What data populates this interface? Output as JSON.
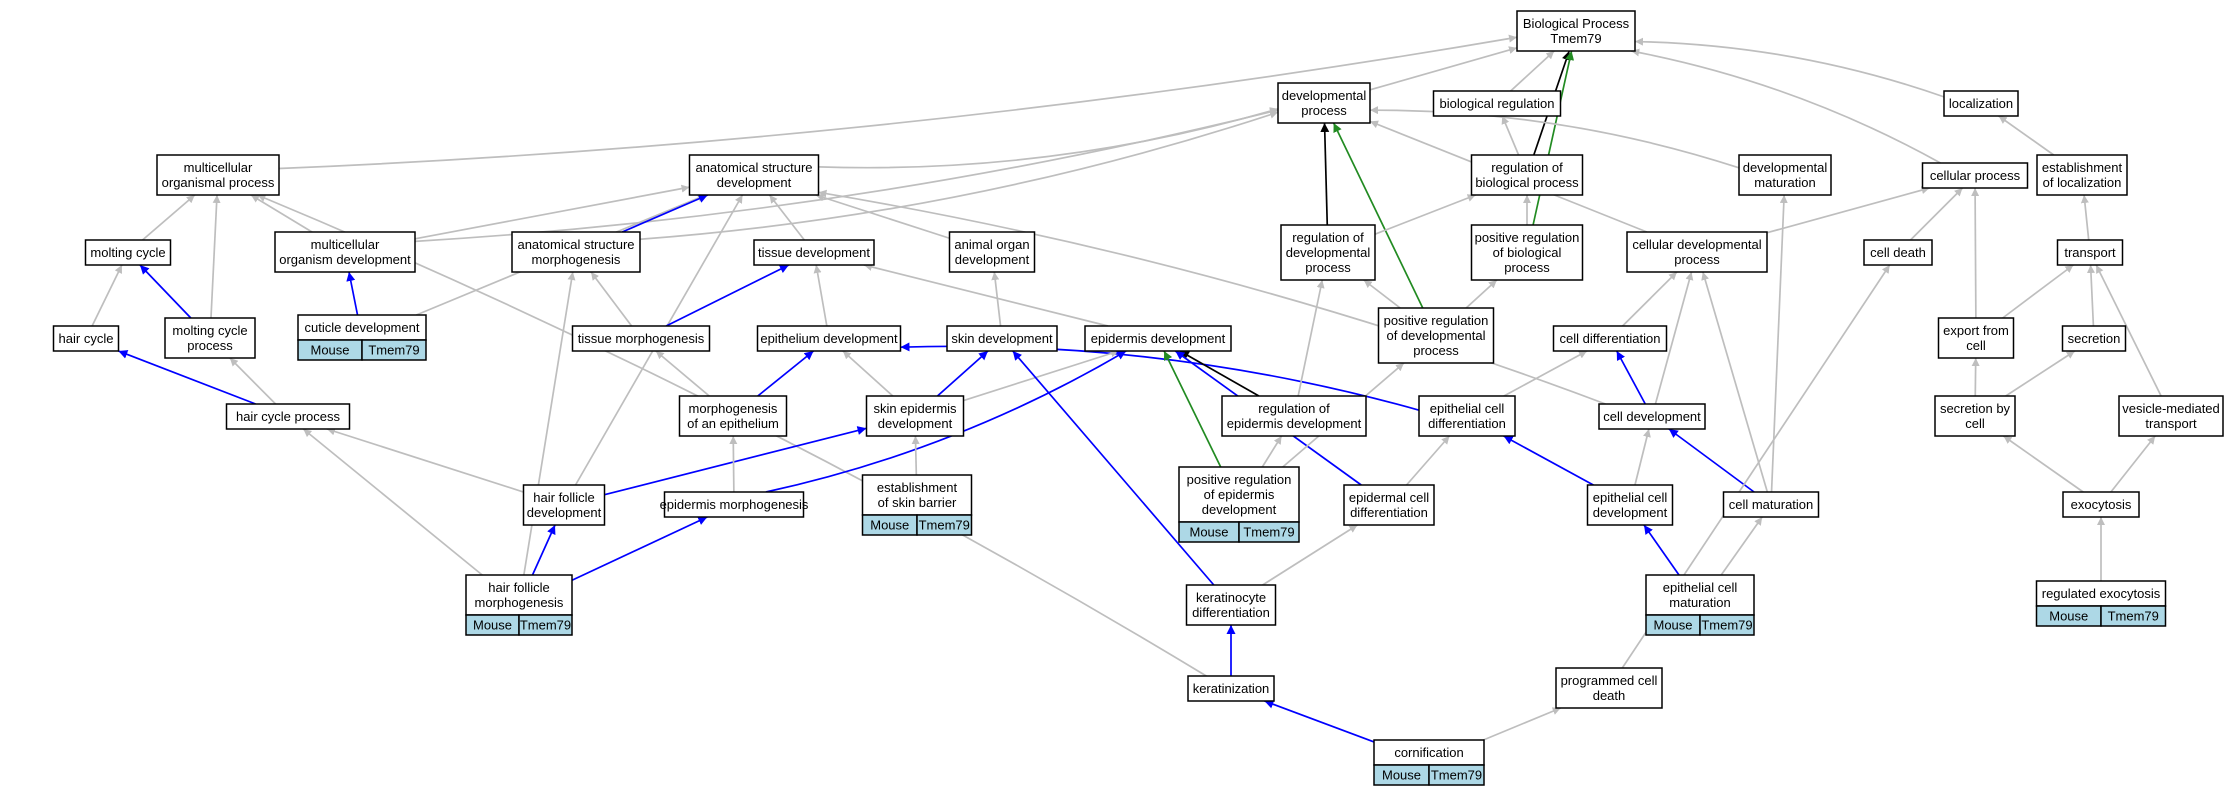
{
  "colors": {
    "is_a": "#bebebe",
    "part_of": "#0000ff",
    "regulates": "#000000",
    "positively_regulates": "#228b22",
    "tag_fill": "#add8e6"
  },
  "nodes": {
    "bp": {
      "lines": [
        "Biological Process",
        "Tmem79"
      ]
    },
    "dev": {
      "lines": [
        "developmental",
        "process"
      ]
    },
    "breg": {
      "lines": [
        "biological regulation"
      ]
    },
    "loc": {
      "lines": [
        "localization"
      ]
    },
    "mop": {
      "lines": [
        "multicellular",
        "organismal process"
      ]
    },
    "asd": {
      "lines": [
        "anatomical structure",
        "development"
      ]
    },
    "rbp": {
      "lines": [
        "regulation of",
        "biological process"
      ]
    },
    "dmat": {
      "lines": [
        "developmental",
        "maturation"
      ]
    },
    "cproc": {
      "lines": [
        "cellular process"
      ]
    },
    "eloc": {
      "lines": [
        "establishment",
        "of localization"
      ]
    },
    "mcyc": {
      "lines": [
        "molting cycle"
      ]
    },
    "mod": {
      "lines": [
        "multicellular",
        "organism development"
      ]
    },
    "asm": {
      "lines": [
        "anatomical structure",
        "morphogenesis"
      ]
    },
    "td": {
      "lines": [
        "tissue development"
      ]
    },
    "aod": {
      "lines": [
        "animal organ",
        "development"
      ]
    },
    "rdp": {
      "lines": [
        "regulation of",
        "developmental",
        "process"
      ]
    },
    "prbp": {
      "lines": [
        "positive regulation",
        "of biological",
        "process"
      ]
    },
    "cdp": {
      "lines": [
        "cellular developmental",
        "process"
      ]
    },
    "cdeath": {
      "lines": [
        "cell death"
      ]
    },
    "trans": {
      "lines": [
        "transport"
      ]
    },
    "cutd": {
      "lines": [
        "cuticle development"
      ],
      "tags": [
        "Mouse",
        "Tmem79"
      ]
    },
    "hcyc": {
      "lines": [
        "hair cycle"
      ]
    },
    "mcp": {
      "lines": [
        "molting cycle",
        "process"
      ]
    },
    "tmorph": {
      "lines": [
        "tissue morphogenesis"
      ]
    },
    "epid": {
      "lines": [
        "epithelium development"
      ]
    },
    "skd": {
      "lines": [
        "skin development"
      ]
    },
    "epd": {
      "lines": [
        "epidermis development"
      ]
    },
    "prdp": {
      "lines": [
        "positive regulation",
        "of developmental",
        "process"
      ]
    },
    "cdiff": {
      "lines": [
        "cell differentiation"
      ]
    },
    "expc": {
      "lines": [
        "export from",
        "cell"
      ]
    },
    "secr": {
      "lines": [
        "secretion"
      ]
    },
    "hcp": {
      "lines": [
        "hair cycle process"
      ]
    },
    "moe": {
      "lines": [
        "morphogenesis",
        "of an epithelium"
      ]
    },
    "sked": {
      "lines": [
        "skin epidermis",
        "development"
      ]
    },
    "roed": {
      "lines": [
        "regulation of",
        "epidermis development"
      ]
    },
    "ecdiff": {
      "lines": [
        "epithelial cell",
        "differentiation"
      ]
    },
    "cdevl": {
      "lines": [
        "cell development"
      ]
    },
    "secbc": {
      "lines": [
        "secretion by",
        "cell"
      ]
    },
    "vmt": {
      "lines": [
        "vesicle-mediated",
        "transport"
      ]
    },
    "hfd": {
      "lines": [
        "hair follicle",
        "development"
      ]
    },
    "epm": {
      "lines": [
        "epidermis morphogenesis"
      ]
    },
    "esb": {
      "lines": [
        "establishment",
        "of skin barrier"
      ],
      "tags": [
        "Mouse",
        "Tmem79"
      ]
    },
    "proed": {
      "lines": [
        "positive regulation",
        "of epidermis",
        "development"
      ],
      "tags": [
        "Mouse",
        "Tmem79"
      ]
    },
    "edcd": {
      "lines": [
        "epidermal cell",
        "differentiation"
      ]
    },
    "ecdev": {
      "lines": [
        "epithelial cell",
        "development"
      ]
    },
    "cmat": {
      "lines": [
        "cell maturation"
      ]
    },
    "exo": {
      "lines": [
        "exocytosis"
      ]
    },
    "hfm": {
      "lines": [
        "hair follicle",
        "morphogenesis"
      ],
      "tags": [
        "Mouse",
        "Tmem79"
      ]
    },
    "kdiff": {
      "lines": [
        "keratinocyte",
        "differentiation"
      ]
    },
    "ecmat": {
      "lines": [
        "epithelial cell",
        "maturation"
      ],
      "tags": [
        "Mouse",
        "Tmem79"
      ]
    },
    "rexo": {
      "lines": [
        "regulated exocytosis"
      ],
      "tags": [
        "Mouse",
        "Tmem79"
      ]
    },
    "kera": {
      "lines": [
        "keratinization"
      ]
    },
    "pcd": {
      "lines": [
        "programmed cell",
        "death"
      ]
    },
    "corn": {
      "lines": [
        "cornification"
      ],
      "tags": [
        "Mouse",
        "Tmem79"
      ]
    }
  },
  "edges": [
    [
      "dev",
      "bp",
      "is_a"
    ],
    [
      "breg",
      "bp",
      "is_a"
    ],
    [
      "loc",
      "bp",
      "is_a"
    ],
    [
      "mop",
      "bp",
      "is_a"
    ],
    [
      "rbp",
      "bp",
      "regulates"
    ],
    [
      "prbp",
      "bp",
      "positively_regulates"
    ],
    [
      "cproc",
      "bp",
      "is_a"
    ],
    [
      "asd",
      "dev",
      "is_a"
    ],
    [
      "mod",
      "dev",
      "is_a"
    ],
    [
      "rdp",
      "dev",
      "regulates"
    ],
    [
      "prdp",
      "dev",
      "positively_regulates"
    ],
    [
      "dmat",
      "dev",
      "is_a"
    ],
    [
      "cdp",
      "dev",
      "is_a"
    ],
    [
      "asm",
      "dev",
      "is_a"
    ],
    [
      "rbp",
      "breg",
      "is_a"
    ],
    [
      "prbp",
      "rbp",
      "is_a"
    ],
    [
      "rdp",
      "rbp",
      "is_a"
    ],
    [
      "prdp",
      "rdp",
      "is_a"
    ],
    [
      "prdp",
      "prbp",
      "is_a"
    ],
    [
      "eloc",
      "loc",
      "is_a"
    ],
    [
      "trans",
      "eloc",
      "is_a"
    ],
    [
      "expc",
      "trans",
      "is_a"
    ],
    [
      "secr",
      "trans",
      "is_a"
    ],
    [
      "vmt",
      "trans",
      "is_a"
    ],
    [
      "secbc",
      "expc",
      "is_a"
    ],
    [
      "secbc",
      "secr",
      "is_a"
    ],
    [
      "exo",
      "secbc",
      "is_a"
    ],
    [
      "exo",
      "vmt",
      "is_a"
    ],
    [
      "rexo",
      "exo",
      "is_a"
    ],
    [
      "cdp",
      "cproc",
      "is_a"
    ],
    [
      "cdeath",
      "cproc",
      "is_a"
    ],
    [
      "expc",
      "cproc",
      "is_a"
    ],
    [
      "mcyc",
      "mop",
      "is_a"
    ],
    [
      "mcp",
      "mop",
      "is_a"
    ],
    [
      "mod",
      "mop",
      "is_a"
    ],
    [
      "kera",
      "mop",
      "is_a"
    ],
    [
      "mod",
      "asd",
      "is_a"
    ],
    [
      "cutd",
      "asd",
      "is_a"
    ],
    [
      "td",
      "asd",
      "is_a"
    ],
    [
      "aod",
      "asd",
      "is_a"
    ],
    [
      "asm",
      "asd",
      "part_of"
    ],
    [
      "hfd",
      "asd",
      "is_a"
    ],
    [
      "cdevl",
      "asd",
      "is_a"
    ],
    [
      "cutd",
      "mod",
      "part_of"
    ],
    [
      "mcp",
      "mcyc",
      "part_of"
    ],
    [
      "hcyc",
      "mcyc",
      "is_a"
    ],
    [
      "hcp",
      "hcyc",
      "part_of"
    ],
    [
      "hcp",
      "mcp",
      "is_a"
    ],
    [
      "tmorph",
      "asm",
      "is_a"
    ],
    [
      "tmorph",
      "td",
      "part_of"
    ],
    [
      "hfm",
      "asm",
      "is_a"
    ],
    [
      "epid",
      "td",
      "is_a"
    ],
    [
      "epd",
      "td",
      "is_a"
    ],
    [
      "skd",
      "aod",
      "is_a"
    ],
    [
      "moe",
      "tmorph",
      "is_a"
    ],
    [
      "moe",
      "epid",
      "part_of"
    ],
    [
      "sked",
      "epid",
      "is_a"
    ],
    [
      "ecdiff",
      "epid",
      "part_of"
    ],
    [
      "sked",
      "skd",
      "part_of"
    ],
    [
      "sked",
      "epd",
      "is_a"
    ],
    [
      "epm",
      "epd",
      "part_of"
    ],
    [
      "kdiff",
      "skd",
      "part_of"
    ],
    [
      "roed",
      "epd",
      "regulates"
    ],
    [
      "proed",
      "epd",
      "positively_regulates"
    ],
    [
      "edcd",
      "epd",
      "part_of"
    ],
    [
      "roed",
      "rdp",
      "is_a"
    ],
    [
      "proed",
      "roed",
      "is_a"
    ],
    [
      "proed",
      "prdp",
      "is_a"
    ],
    [
      "hfd",
      "hcp",
      "is_a"
    ],
    [
      "hfd",
      "sked",
      "part_of"
    ],
    [
      "hfm",
      "hcp",
      "is_a"
    ],
    [
      "hfm",
      "hfd",
      "part_of"
    ],
    [
      "hfm",
      "epm",
      "part_of"
    ],
    [
      "epm",
      "moe",
      "is_a"
    ],
    [
      "esb",
      "sked",
      "is_a"
    ],
    [
      "cdiff",
      "cdp",
      "is_a"
    ],
    [
      "ecdiff",
      "cdiff",
      "is_a"
    ],
    [
      "edcd",
      "ecdiff",
      "is_a"
    ],
    [
      "cdevl",
      "cdp",
      "is_a"
    ],
    [
      "cdevl",
      "cdiff",
      "part_of"
    ],
    [
      "ecdev",
      "ecdiff",
      "part_of"
    ],
    [
      "ecdev",
      "cdevl",
      "is_a"
    ],
    [
      "cmat",
      "cdevl",
      "part_of"
    ],
    [
      "cmat",
      "dmat",
      "is_a"
    ],
    [
      "cmat",
      "cdp",
      "is_a"
    ],
    [
      "ecmat",
      "ecdev",
      "part_of"
    ],
    [
      "ecmat",
      "cmat",
      "is_a"
    ],
    [
      "kdiff",
      "edcd",
      "is_a"
    ],
    [
      "kera",
      "kdiff",
      "part_of"
    ],
    [
      "corn",
      "kera",
      "part_of"
    ],
    [
      "corn",
      "pcd",
      "is_a"
    ],
    [
      "pcd",
      "cdeath",
      "is_a"
    ]
  ]
}
